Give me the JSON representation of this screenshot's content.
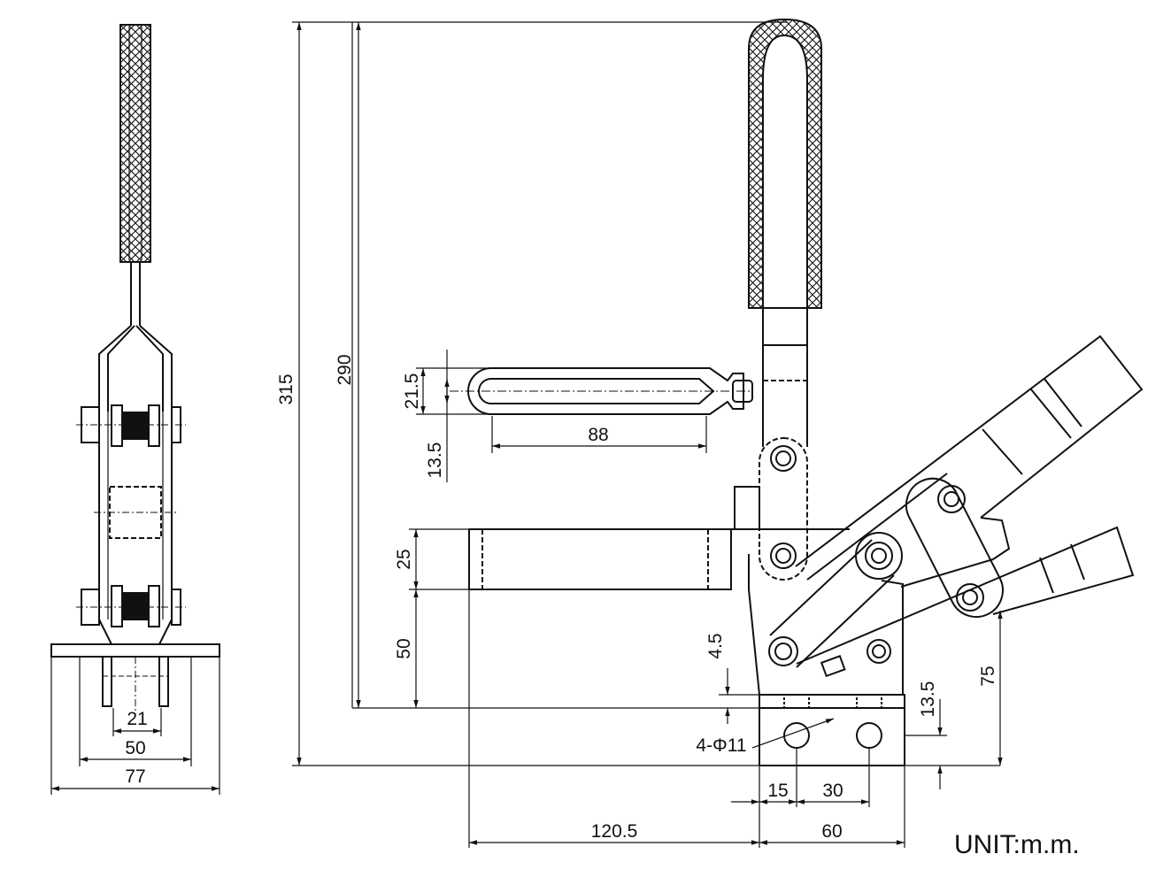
{
  "front_view": {
    "dim_21": "21",
    "dim_50": "50",
    "dim_77": "77"
  },
  "side_view": {
    "dim_315": "315",
    "dim_290": "290",
    "dim_21_5": "21.5",
    "dim_13_5_spindle": "13.5",
    "dim_88": "88",
    "dim_25": "25",
    "dim_50": "50",
    "dim_4_5": "4.5",
    "dim_holes": "4-Φ11",
    "dim_13_5_base": "13.5",
    "dim_75": "75",
    "dim_15": "15",
    "dim_30": "30",
    "dim_120_5": "120.5",
    "dim_60": "60"
  },
  "unit_label": "UNIT:m.m.",
  "colors": {
    "line": "#111111",
    "background": "#ffffff"
  }
}
